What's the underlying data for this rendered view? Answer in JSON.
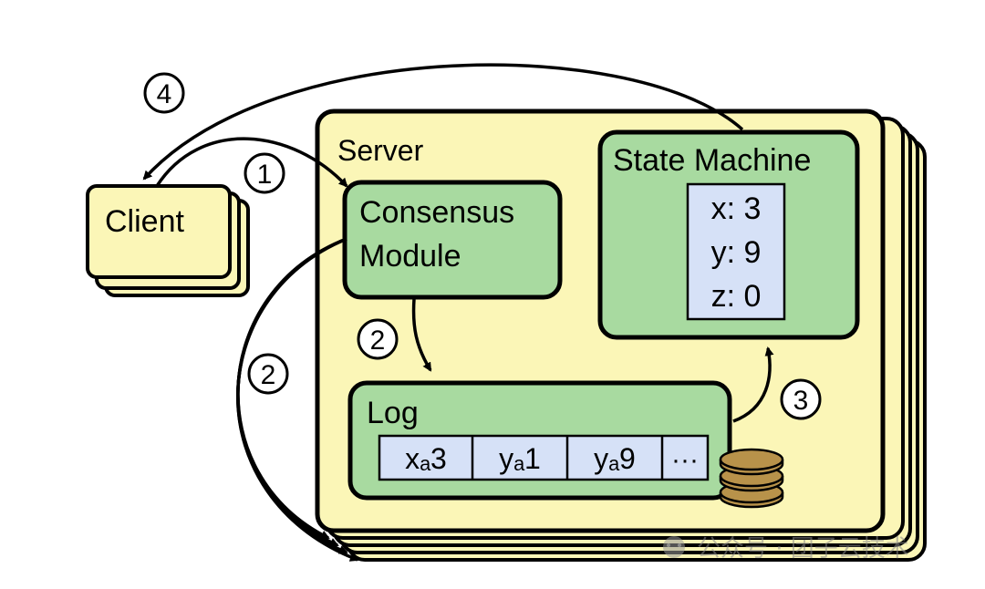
{
  "labels": {
    "client": "Client",
    "server": "Server",
    "consensus_line1": "Consensus",
    "consensus_line2": "Module",
    "state_machine": "State Machine",
    "log": "Log"
  },
  "state_values": [
    "x: 3",
    "y: 9",
    "z: 0"
  ],
  "log_entries": [
    "xₐ3",
    "yₐ1",
    "yₐ9",
    "···"
  ],
  "steps": {
    "one": "1",
    "two": "2",
    "three": "3",
    "four": "4"
  },
  "watermark": "公众号 · 团子云技术",
  "colors": {
    "stack_fill": "#fbf6b7",
    "module_fill": "#a8daa0",
    "value_fill": "#d6e1f7",
    "stroke": "#000000",
    "disk_fill": "#b8924a"
  }
}
